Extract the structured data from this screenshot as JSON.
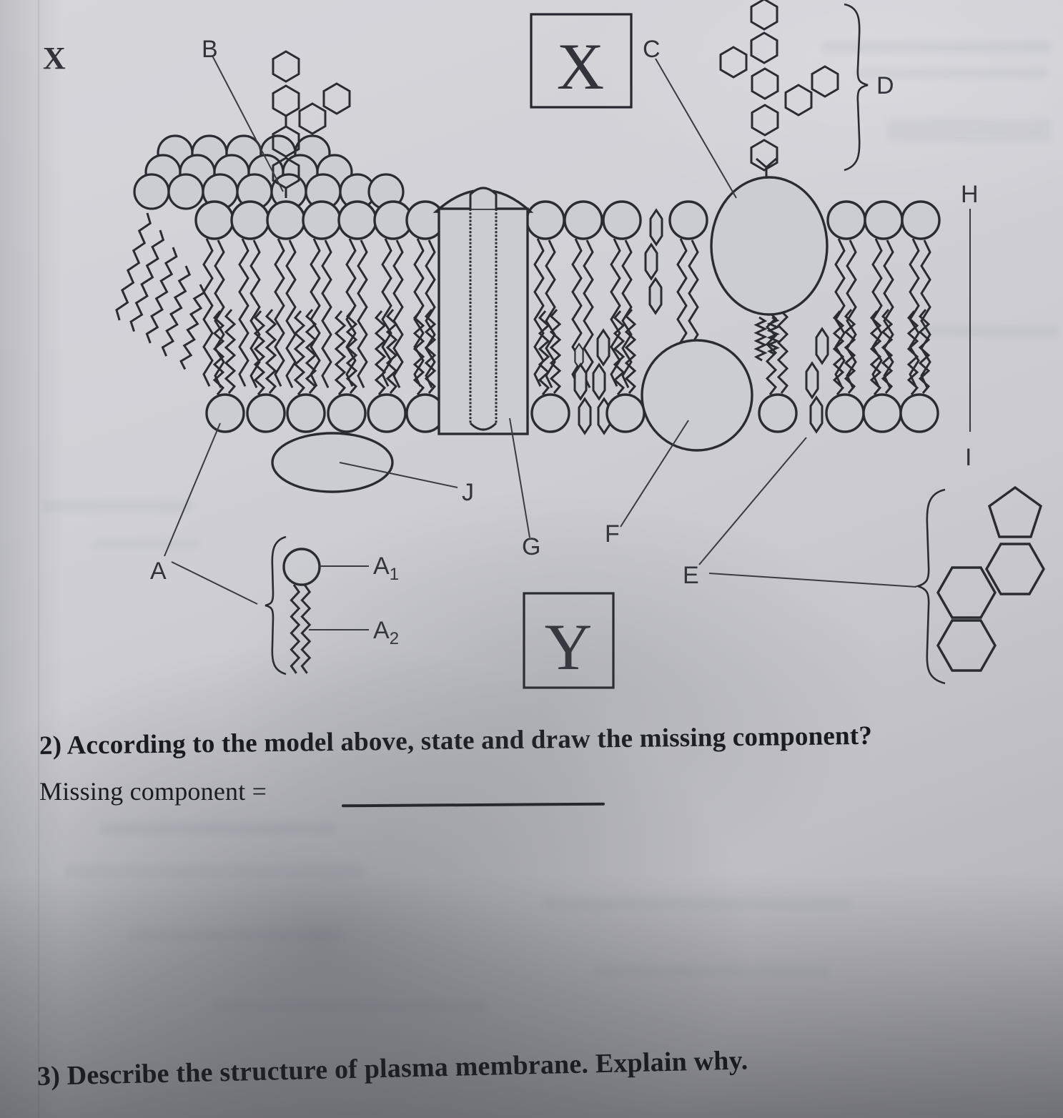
{
  "questions": {
    "q2": "2) According to the model above, state and draw the missing component?",
    "missing_label": "Missing component =",
    "q3": "3) Describe the structure of plasma membrane. Explain why."
  },
  "diagram": {
    "corner_mark": "X",
    "box_x": "X",
    "box_y": "Y",
    "labels": {
      "A": "A",
      "A1_base": "A",
      "A1_sub": "1",
      "A2_base": "A",
      "A2_sub": "2",
      "B": "B",
      "C": "C",
      "D": "D",
      "E": "E",
      "F": "F",
      "G": "G",
      "H": "H",
      "I": "I",
      "J": "J"
    }
  },
  "colors": {
    "ink": "#2b2b33",
    "paper": "#cccdd2"
  }
}
